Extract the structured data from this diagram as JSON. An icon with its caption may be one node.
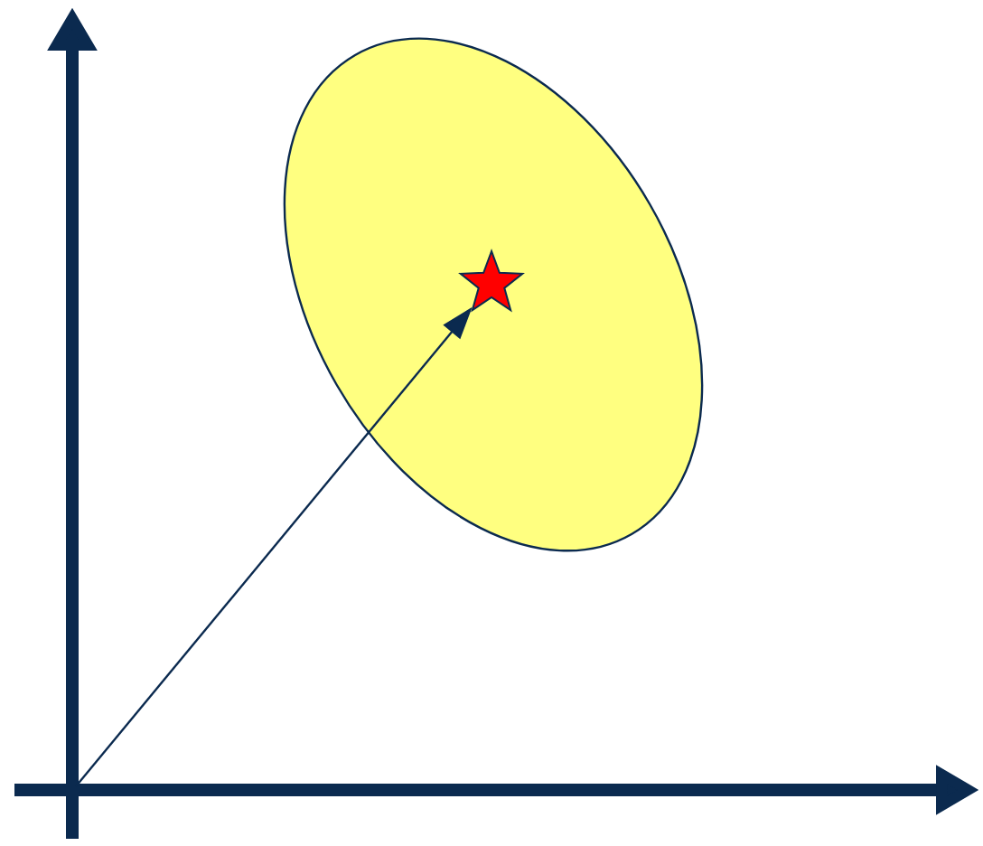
{
  "diagram": {
    "nodes": [
      {
        "text": [],
        "shape": "ellipse"
      },
      {
        "text": [],
        "shape": "star",
        "in": 0
      }
    ],
    "edges": [
      {
        "from": null,
        "to": 1,
        "arrow": "to"
      }
    ]
  }
}
